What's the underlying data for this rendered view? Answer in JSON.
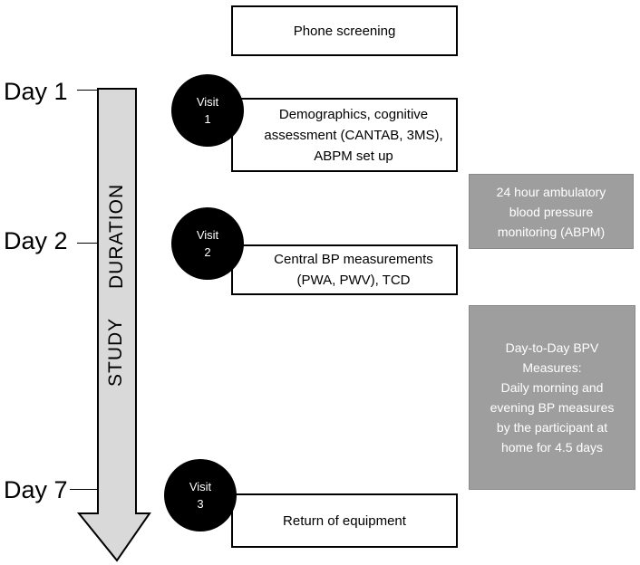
{
  "days": [
    {
      "label": "Day 1"
    },
    {
      "label": "Day 2"
    },
    {
      "label": "Day 7"
    }
  ],
  "arrow_labels": {
    "word1": "STUDY",
    "word2": "DURATION"
  },
  "boxes": {
    "phone": {
      "text": "Phone screening"
    },
    "visit1": {
      "lines": [
        "Demographics, cognitive",
        "assessment (CANTAB, 3MS),",
        "ABPM set up"
      ]
    },
    "visit2": {
      "lines": [
        "Central BP measurements",
        "(PWA, PWV), TCD"
      ]
    },
    "visit3": {
      "text": "Return of equipment"
    }
  },
  "visits": [
    {
      "word": "Visit",
      "num": "1"
    },
    {
      "word": "Visit",
      "num": "2"
    },
    {
      "word": "Visit",
      "num": "3"
    }
  ],
  "gray_boxes": {
    "abpm": {
      "lines": [
        "24 hour ambulatory",
        "blood pressure",
        "monitoring (ABPM)"
      ]
    },
    "bpv": {
      "lines": [
        "Day-to-Day BPV",
        "Measures:",
        "Daily morning and",
        "evening BP measures",
        "by the participant at",
        "home for  4.5  days"
      ]
    }
  },
  "colors": {
    "gray_box": "#9e9e9e",
    "arrow_fill": "#d9d9d9",
    "visit_circle": "#000000"
  }
}
